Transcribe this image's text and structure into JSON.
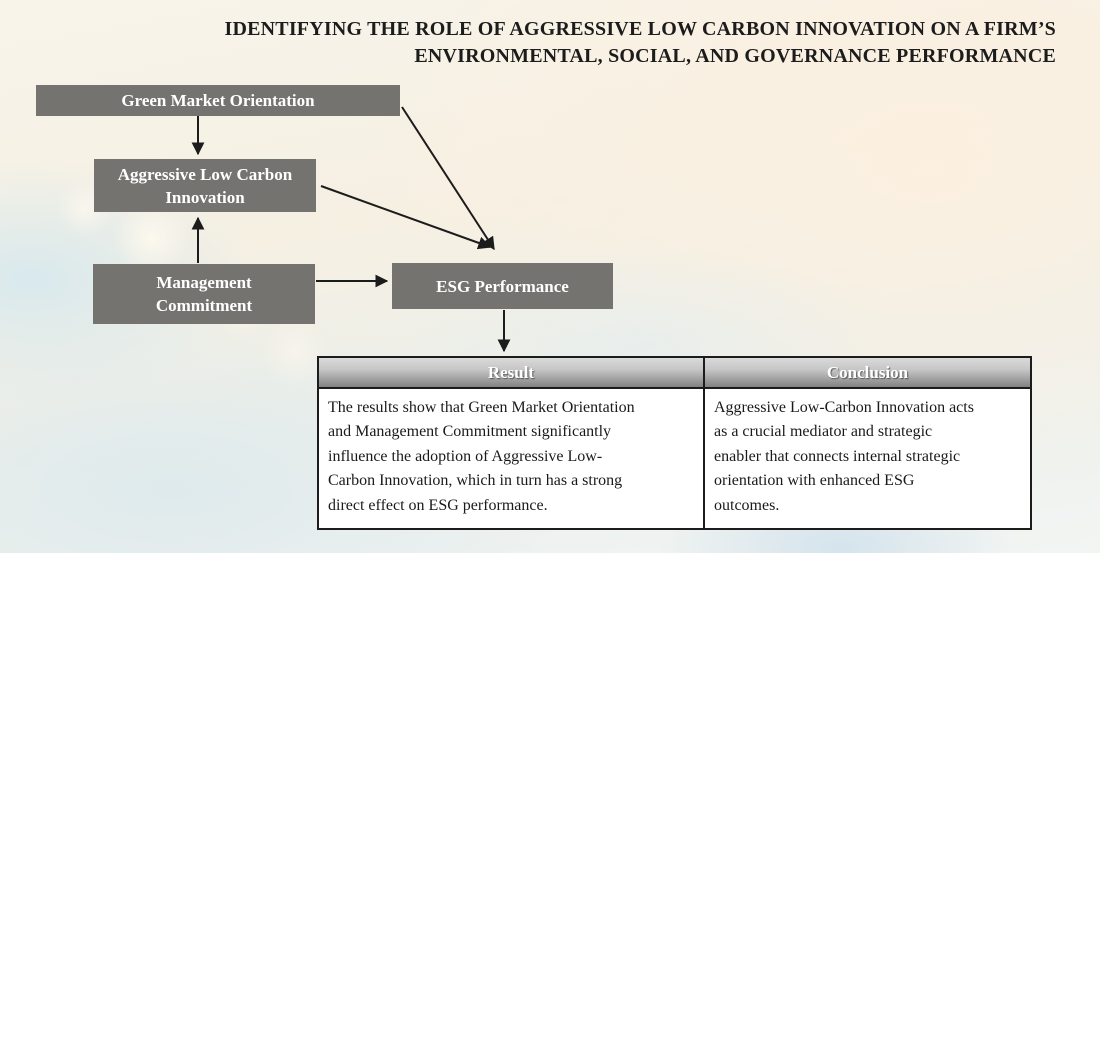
{
  "title": {
    "line1": "IDENTIFYING THE ROLE OF AGGRESSIVE LOW CARBON INNOVATION ON A FIRM’S",
    "line2": "ENVIRONMENTAL, SOCIAL, AND GOVERNANCE PERFORMANCE"
  },
  "diagram": {
    "nodes": {
      "gmo": {
        "lines": [
          "Green Market Orientation"
        ]
      },
      "alci": {
        "lines": [
          "Aggressive Low Carbon",
          "Innovation"
        ]
      },
      "mc": {
        "lines": [
          "Management",
          "Commitment"
        ]
      },
      "esg": {
        "lines": [
          "ESG Performance"
        ]
      }
    },
    "edges": [
      "Green Market Orientation -> Aggressive Low Carbon Innovation",
      "Management Commitment -> Aggressive Low Carbon Innovation",
      "Management Commitment -> ESG Performance",
      "Green Market Orientation -> ESG Performance",
      "Aggressive Low Carbon Innovation -> ESG Performance",
      "ESG Performance -> Result/Conclusion table"
    ]
  },
  "table": {
    "headers": [
      "Result",
      "Conclusion"
    ],
    "rows": [
      [
        "The results show that Green Market Orientation\nand Management Commitment significantly\ninfluence the adoption of Aggressive Low-\nCarbon Innovation, which in turn has a strong\ndirect effect on ESG performance.",
        "Aggressive Low-Carbon Innovation acts\nas a crucial mediator and strategic\nenabler that connects internal strategic\norientation with enhanced ESG\noutcomes."
      ]
    ]
  },
  "colors": {
    "node_fill": "#74736f",
    "node_text": "#ffffff",
    "arrow": "#1c1c1c",
    "title_text": "#1c1c1c",
    "table_border": "#1c1c1c",
    "header_gradient_top": "#dadada",
    "header_gradient_bottom": "#828282",
    "body_text": "#1a1a1a",
    "background_cream": "#f8f1e4",
    "background_blue": "#dde9ee"
  }
}
